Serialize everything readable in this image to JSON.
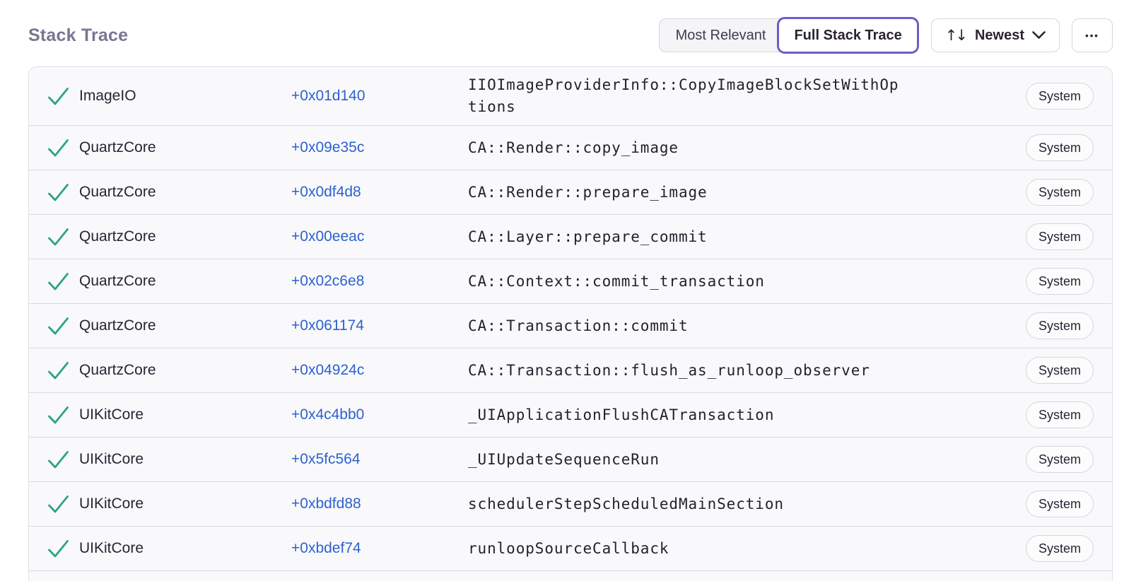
{
  "header": {
    "title": "Stack Trace",
    "view_toggle": {
      "options": [
        "Most Relevant",
        "Full Stack Trace"
      ],
      "selected": "Full Stack Trace"
    },
    "sort": {
      "icon": "sort-arrows-icon",
      "icon_glyph": "↑↓",
      "label": "Newest"
    },
    "more_label": "•••"
  },
  "colors": {
    "accent": "#6a5fc8",
    "check-green": "#2ba57c",
    "address-blue": "#2d61cf",
    "title-gray": "#7d7491"
  },
  "badge_label": "System",
  "frames": [
    {
      "module": "ImageIO",
      "address": "+0x01d140",
      "function": "IIOImageProviderInfo::CopyImageBlockSetWithOptions",
      "badge": "System"
    },
    {
      "module": "QuartzCore",
      "address": "+0x09e35c",
      "function": "CA::Render::copy_image",
      "badge": "System"
    },
    {
      "module": "QuartzCore",
      "address": "+0x0df4d8",
      "function": "CA::Render::prepare_image",
      "badge": "System"
    },
    {
      "module": "QuartzCore",
      "address": "+0x00eeac",
      "function": "CA::Layer::prepare_commit",
      "badge": "System"
    },
    {
      "module": "QuartzCore",
      "address": "+0x02c6e8",
      "function": "CA::Context::commit_transaction",
      "badge": "System"
    },
    {
      "module": "QuartzCore",
      "address": "+0x061174",
      "function": "CA::Transaction::commit",
      "badge": "System"
    },
    {
      "module": "QuartzCore",
      "address": "+0x04924c",
      "function": "CA::Transaction::flush_as_runloop_observer",
      "badge": "System"
    },
    {
      "module": "UIKitCore",
      "address": "+0x4c4bb0",
      "function": "_UIApplicationFlushCATransaction",
      "badge": "System"
    },
    {
      "module": "UIKitCore",
      "address": "+0x5fc564",
      "function": "_UIUpdateSequenceRun",
      "badge": "System"
    },
    {
      "module": "UIKitCore",
      "address": "+0xbdfd88",
      "function": "schedulerStepScheduledMainSection",
      "badge": "System"
    },
    {
      "module": "UIKitCore",
      "address": "+0xbdef74",
      "function": "runloopSourceCallback",
      "badge": "System"
    }
  ]
}
